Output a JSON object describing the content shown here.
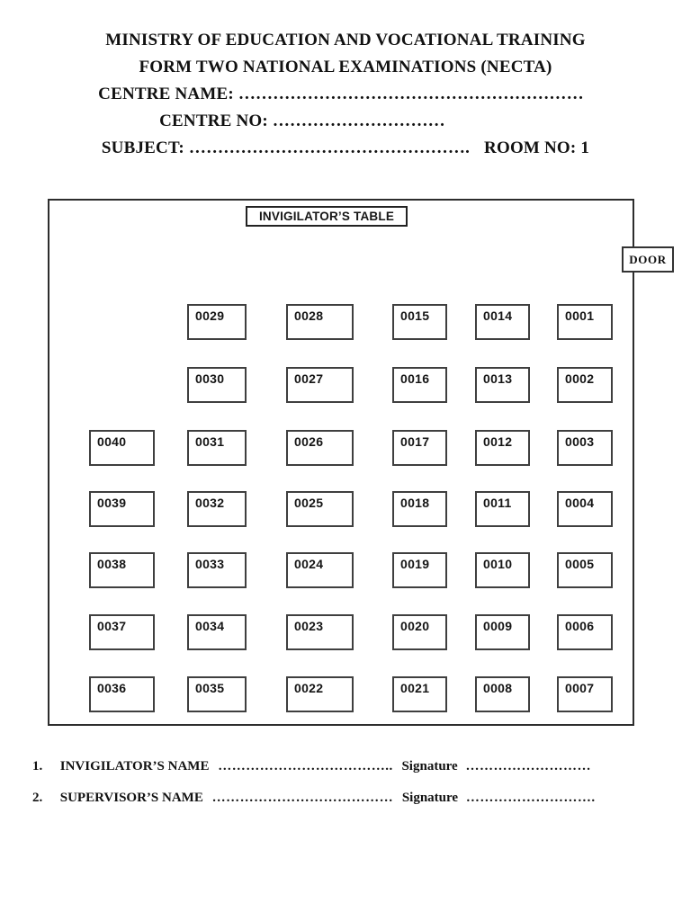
{
  "header": {
    "title_line1": "MINISTRY OF EDUCATION AND VOCATIONAL TRAINING",
    "title_line2": "FORM TWO NATIONAL EXAMINATIONS (NECTA)",
    "centre_name_line": "CENTRE NAME: ……………………………………………………",
    "centre_no_line": "CENTRE NO: …………………………",
    "subject_label": "SUBJECT: ………………………………………….",
    "room_no_label": "ROOM NO: 1"
  },
  "room": {
    "invigilator_table_label": "INVIGILATOR’S TABLE",
    "door_label": "DOOR",
    "seat_rows": [
      [
        "",
        "0029",
        "0028",
        "0015",
        "0014",
        "0001"
      ],
      [
        "",
        "0030",
        "0027",
        "0016",
        "0013",
        "0002"
      ],
      [
        "0040",
        "0031",
        "0026",
        "0017",
        "0012",
        "0003"
      ],
      [
        "0039",
        "0032",
        "0025",
        "0018",
        "0011",
        "0004"
      ],
      [
        "0038",
        "0033",
        "0024",
        "0019",
        "0010",
        "0005"
      ],
      [
        "0037",
        "0034",
        "0023",
        "0020",
        "0009",
        "0006"
      ],
      [
        "0036",
        "0035",
        "0022",
        "0021",
        "0008",
        "0007"
      ]
    ]
  },
  "footer": {
    "items": [
      {
        "num": "1.",
        "label": "INVIGILATOR’S NAME",
        "name_dots": "………………………………..",
        "signature_label": "Signature",
        "signature_dots": "………………………"
      },
      {
        "num": "2.",
        "label": "SUPERVISOR’S NAME",
        "name_dots": "…………………………………",
        "signature_label": "Signature",
        "signature_dots": "………………………."
      }
    ]
  },
  "colors": {
    "page_bg": "#ffffff",
    "ink": "#111111",
    "room_border": "#2d2d2d",
    "seat_border": "#3f3f3f"
  }
}
